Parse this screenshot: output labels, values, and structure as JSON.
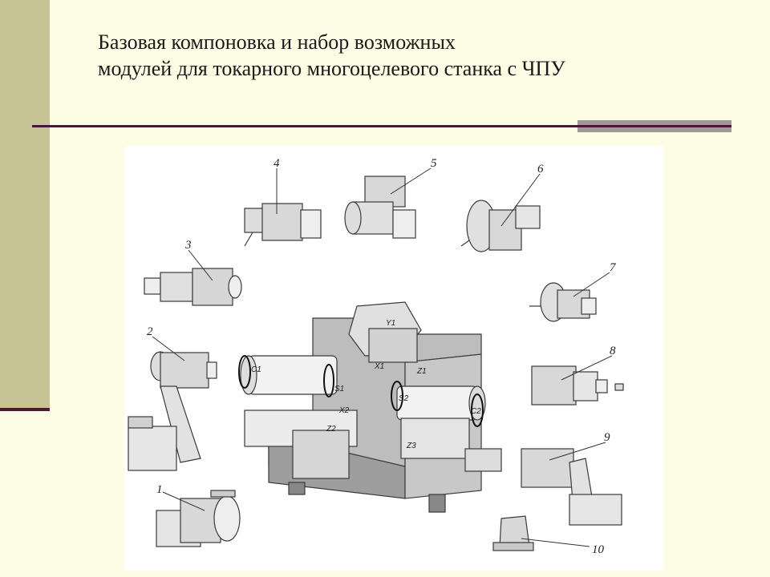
{
  "slide": {
    "title_line1": "Базовая компоновка и набор возможных",
    "title_line2": "модулей для токарного многоцелевого станка с ЧПУ"
  },
  "figure": {
    "module_numbers": [
      "1",
      "2",
      "3",
      "4",
      "5",
      "6",
      "7",
      "8",
      "9",
      "10"
    ],
    "axis_labels": [
      "Y1",
      "X1",
      "Z1",
      "C1",
      "S1",
      "X2",
      "Z2",
      "S2",
      "C2",
      "Z3"
    ]
  },
  "colors": {
    "background": "#fdfce4",
    "side_band": "#c8c394",
    "rule": "#4a1738",
    "rule_accent": "#9a9a9a"
  }
}
